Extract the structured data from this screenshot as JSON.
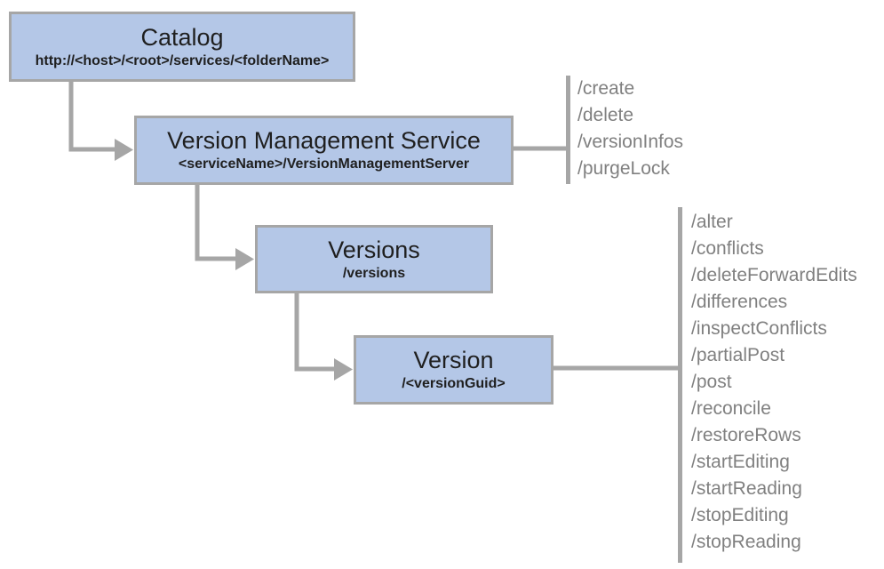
{
  "diagram": {
    "nodes": [
      {
        "id": "catalog",
        "title": "Catalog",
        "subtitle": "http://<host>/<root>/services/<folderName>"
      },
      {
        "id": "version-management-service",
        "title": "Version Management Service",
        "subtitle": "<serviceName>/VersionManagementServer",
        "operations": [
          "/create",
          "/delete",
          "/versionInfos",
          "/purgeLock"
        ]
      },
      {
        "id": "versions",
        "title": "Versions",
        "subtitle": "/versions"
      },
      {
        "id": "version",
        "title": "Version",
        "subtitle": "/<versionGuid>",
        "operations": [
          "/alter",
          "/conflicts",
          "/deleteForwardEdits",
          "/differences",
          "/inspectConflicts",
          "/partialPost",
          "/post",
          "/reconcile",
          "/restoreRows",
          "/startEditing",
          "/startReading",
          "/stopEditing",
          "/stopReading"
        ]
      }
    ],
    "colors": {
      "node_fill": "#b4c7e7",
      "node_border": "#a6a6a6",
      "connector": "#a6a6a6",
      "operation_text": "#808080",
      "title_text": "#1f1f1f"
    }
  }
}
